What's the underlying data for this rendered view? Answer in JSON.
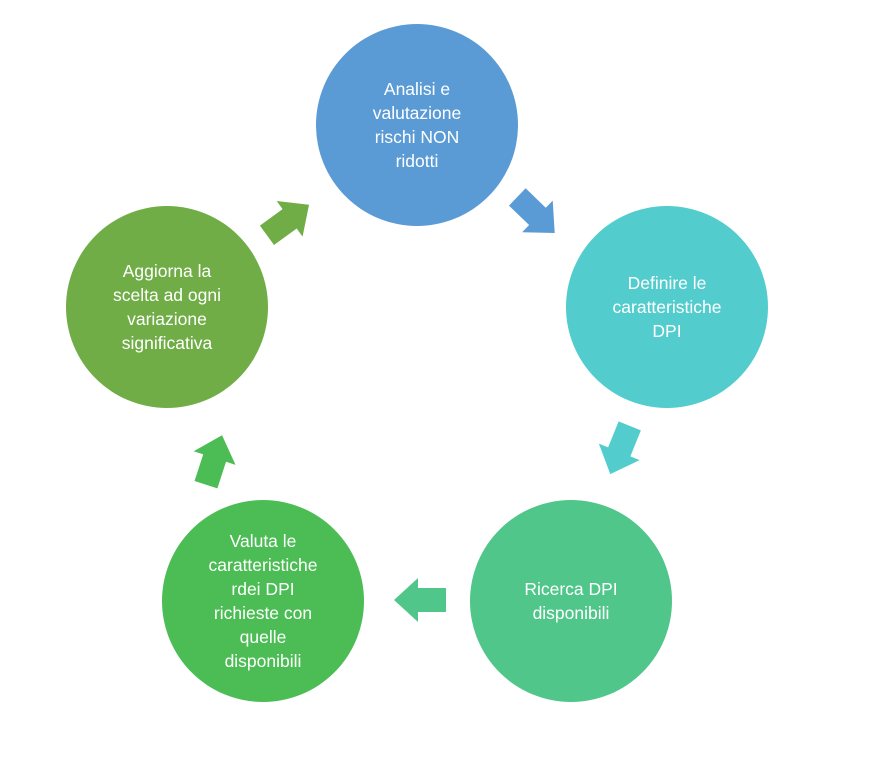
{
  "diagram": {
    "type": "cycle",
    "nodes": [
      {
        "id": "analisi",
        "label": "Analisi e\nvalutazione\nrischi NON\nridotti",
        "color": "#5b9bd5"
      },
      {
        "id": "definire",
        "label": "Definire le\ncaratteristiche\nDPI",
        "color": "#53cccd"
      },
      {
        "id": "ricerca",
        "label": "Ricerca DPI\ndisponibili",
        "color": "#50c68a"
      },
      {
        "id": "valuta",
        "label": "Valuta le\ncaratteristiche\nrdei DPI\nrichieste con\nquelle\ndisponibili",
        "color": "#4cbd55"
      },
      {
        "id": "aggiorna",
        "label": "Aggiorna la\nscelta ad ogni\nvariazione\nsignificativa",
        "color": "#70ad47"
      }
    ],
    "arrows": [
      {
        "from": "analisi",
        "to": "definire",
        "color": "#5b9bd5"
      },
      {
        "from": "definire",
        "to": "ricerca",
        "color": "#53cccd"
      },
      {
        "from": "ricerca",
        "to": "valuta",
        "color": "#50c68a"
      },
      {
        "from": "valuta",
        "to": "aggiorna",
        "color": "#4cbd55"
      },
      {
        "from": "aggiorna",
        "to": "analisi",
        "color": "#70ad47"
      }
    ]
  }
}
